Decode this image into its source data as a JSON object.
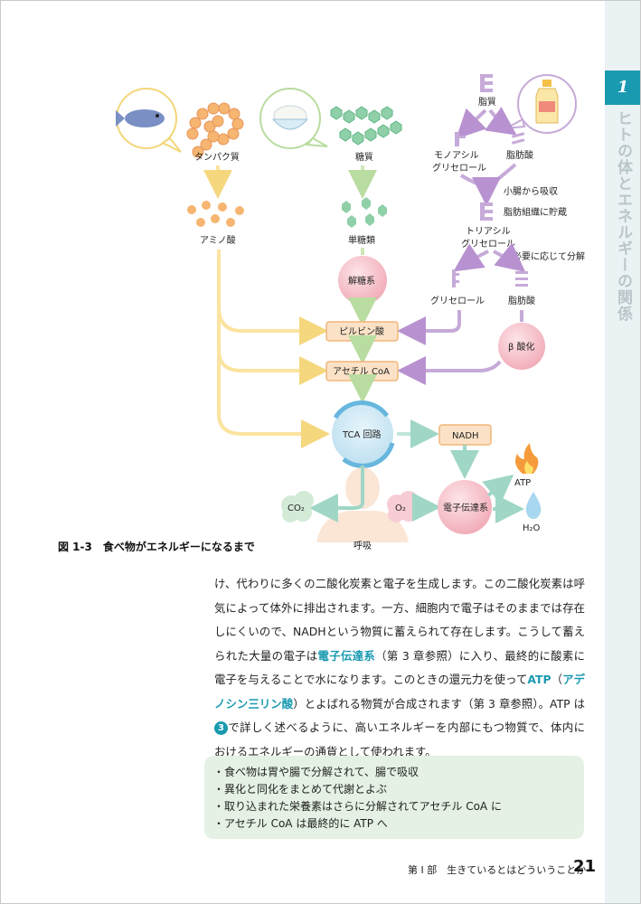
{
  "sidebar": {
    "chapter_number": "1",
    "chapter_title": "ヒトの体とエネルギーの関係"
  },
  "diagram": {
    "protein": "タンパク質",
    "sugar": "糖質",
    "fat": "脂質",
    "monoacylglycerol_1": "モノアシル",
    "monoacylglycerol_2": "グリセロール",
    "fatty_acid_top": "脂肪酸",
    "absorb": "小腸から吸収",
    "store": "脂肪組織に貯蔵",
    "triacylglycerol_1": "トリアシル",
    "triacylglycerol_2": "グリセロール",
    "breakdown": "必要に応じて分解",
    "glycerol": "グリセロール",
    "fatty_acid": "脂肪酸",
    "amino_acid": "アミノ酸",
    "monosaccharide": "単糖類",
    "glycolysis": "解糖系",
    "pyruvate": "ピルビン酸",
    "acetyl_coa": "アセチル CoA",
    "beta_oxidation": "β 酸化",
    "tca": "TCA 回路",
    "nadh": "NADH",
    "etc": "電子伝達系",
    "atp": "ATP",
    "co2": "CO₂",
    "o2": "O₂",
    "h2o": "H₂O",
    "respiration": "呼吸"
  },
  "caption": "図 1-3　食べ物がエネルギーになるまで",
  "body": {
    "p1": "け、代わりに多くの二酸化炭素と電子を生成します。この二酸化炭素は呼気によって体外に排出されます。一方、細胞内で電子はそのままでは存在しにくいので、NADHという物質に蓄えられて存在します。こうして蓄えられた大量の電子は",
    "kw1": "電子伝達系",
    "p2": "（第 3 章参照）に入り、最終的に酸素に電子を与えることで水になります。このときの還元力を使って",
    "kw2": "ATP",
    "p3": "（",
    "kw3": "アデノシン三リン酸",
    "p4": "）とよばれる物質が合成されます（第 3 章参照）。ATP は",
    "num": "3",
    "p5": "で詳しく述べるように、高いエネルギーを内部にもつ物質で、体内におけるエネルギーの通貨として使われます。"
  },
  "summary": [
    "・食べ物は胃や腸で分解されて、腸で吸収",
    "・異化と同化をまとめて代謝とよぶ",
    "・取り込まれた栄養素はさらに分解されてアセチル CoA に",
    "・アセチル CoA は最終的に ATP へ"
  ],
  "footer": {
    "text": "第 I 部　生きているとはどういうことか",
    "page": "21"
  },
  "colors": {
    "accent": "#1a9ab0",
    "yellow_arrow": "#fbe3a0",
    "green_arrow": "#cfe8b8",
    "purple_arrow": "#c6aad8",
    "pink_node": "#f5c6cd",
    "orange_box": "#fbe2c7",
    "summary_bg": "#e4f1e4"
  }
}
